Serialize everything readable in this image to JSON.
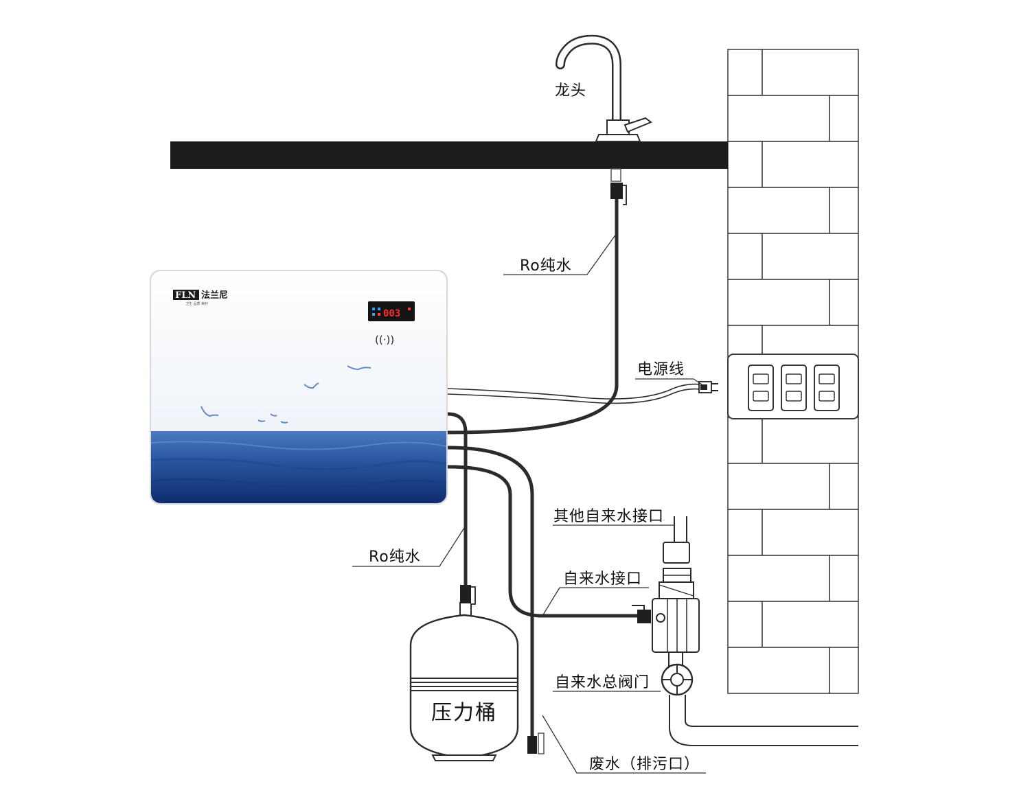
{
  "labels": {
    "faucet": "龙头",
    "ro_water_top": "Ro纯水",
    "power_cord": "电源线",
    "other_tap_inlet": "其他自来水接口",
    "ro_water_bottom": "Ro纯水",
    "tap_inlet": "自来水接口",
    "main_valve": "自来水总阀门",
    "waste_water": "废水（排污口）",
    "pressure_tank": "压力桶"
  },
  "device": {
    "brand_latin": "FLN",
    "brand_cn": "法兰尼",
    "tagline": "卫生 品质 美好",
    "display_value": "003",
    "signal": "((·))"
  },
  "colors": {
    "sea_top": "#3f6fb5",
    "sea_bottom": "#0f2c6e",
    "counter": "#1c1c1c",
    "tube": "#2b2b2b",
    "display_bg": "#141414",
    "display_digits": "#ff2a2a"
  }
}
